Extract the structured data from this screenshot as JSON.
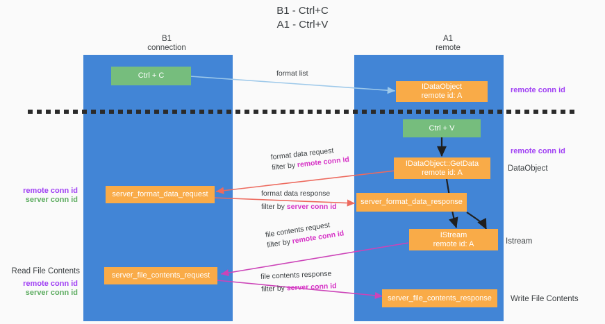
{
  "title": "B1 - Ctrl+C\nA1 - Ctrl+V",
  "columns": [
    {
      "name": "b1",
      "header": "B1\nconnection"
    },
    {
      "name": "a1",
      "header": "A1\nremote"
    }
  ],
  "nodes": {
    "ctrl_c": {
      "label": "Ctrl + C",
      "color": "#76bd7d"
    },
    "idataobject": {
      "label": "IDataObject\nremote id: A",
      "color": "#f9ab48"
    },
    "ctrl_v": {
      "label": "Ctrl + V",
      "color": "#76bd7d"
    },
    "getdata": {
      "label": "IDataObject::GetData\nremote id: A",
      "color": "#f9ab48"
    },
    "format_data_request": {
      "label": "server_format_data_request",
      "color": "#f9ab48"
    },
    "format_data_response": {
      "label": "server_format_data_response",
      "color": "#f9ab48"
    },
    "istream": {
      "label": "IStream\nremote id: A",
      "color": "#f9ab48"
    },
    "file_contents_request": {
      "label": "server_file_contents_request",
      "color": "#f9ab48"
    },
    "file_contents_response": {
      "label": "server_file_contents_response",
      "color": "#f9ab48"
    }
  },
  "edge_labels": {
    "format_list": {
      "line1": "format list",
      "line2": "",
      "filter_prefix": "",
      "filter_value": ""
    },
    "format_data_request": {
      "line1": "format data request",
      "filter_prefix": "filter by ",
      "filter_value": "remote conn id"
    },
    "format_data_response": {
      "line1": "format data response",
      "filter_prefix": "filter by ",
      "filter_value": "server conn id"
    },
    "file_contents_request": {
      "line1": "file contents request",
      "filter_prefix": "filter by ",
      "filter_value": "remote conn id"
    },
    "file_contents_response": {
      "line1": "file contents response",
      "filter_prefix": "filter by ",
      "filter_value": "server conn id"
    }
  },
  "annotations": {
    "right_remote_conn_top": "remote conn id",
    "right_remote_conn_mid": "remote conn id",
    "right_dataobject": "DataObject",
    "right_istream": "Istream",
    "right_write_file_contents": "Write File Contents",
    "left_remote_conn_id_1": "remote conn id",
    "left_server_conn_id_1": "server conn id",
    "left_read_file_contents": "Read File Contents",
    "left_remote_conn_id_2": "remote conn id",
    "left_server_conn_id_2": "server conn id"
  },
  "colors": {
    "lane": "#4285d6",
    "node_orange": "#f9ab48",
    "node_green": "#76bd7d",
    "accent_purple": "#a142f4",
    "accent_green": "#5fad62",
    "arrow_blue": "#9ec9ea",
    "arrow_red": "#ed6a5e",
    "arrow_magenta": "#cc44b8",
    "arrow_black": "#1f1f1f",
    "divider": "#2b2b2b",
    "background": "#fafafa"
  }
}
